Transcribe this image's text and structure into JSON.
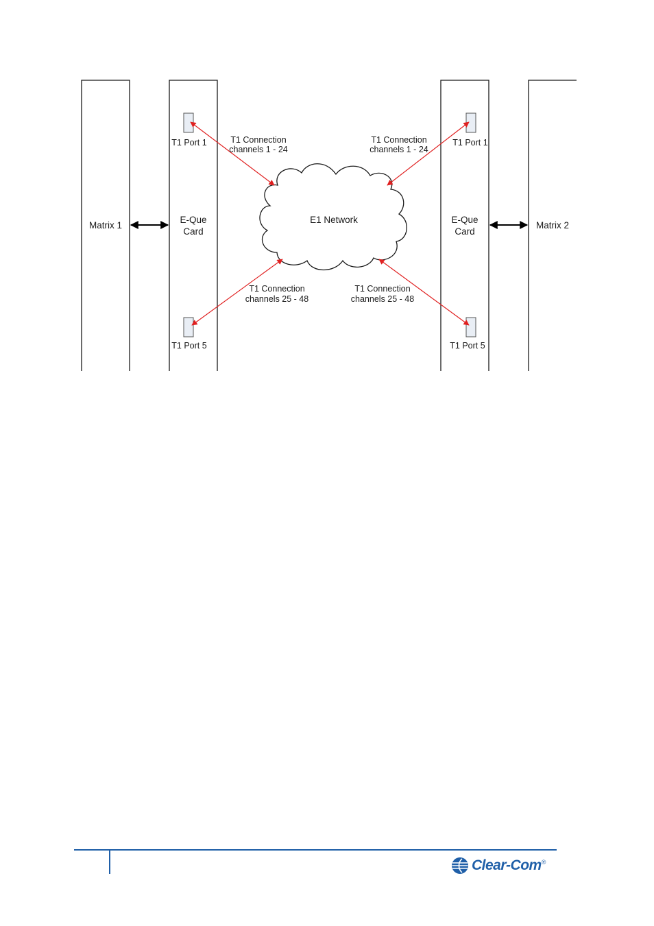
{
  "diagram": {
    "matrix_left": "Matrix 1",
    "matrix_right": "Matrix 2",
    "card_left": [
      "E-Que",
      "Card"
    ],
    "card_right": [
      "E-Que",
      "Card"
    ],
    "network": "E1 Network",
    "port_top_left": "T1 Port 1",
    "port_bottom_left": "T1 Port 5",
    "port_top_right": "T1 Port 1",
    "port_bottom_right": "T1 Port 5",
    "conn_top_left": [
      "T1 Connection",
      "channels 1 - 24"
    ],
    "conn_top_right": [
      "T1 Connection",
      "channels 1 - 24"
    ],
    "conn_bottom_left": [
      "T1 Connection",
      "channels 25 - 48"
    ],
    "conn_bottom_right": [
      "T1 Connection",
      "channels 25 - 48"
    ],
    "colors": {
      "link": "#e02020",
      "frame": "#1a1a1a",
      "brand": "#1f5fa8"
    }
  },
  "footer": {
    "logo_text": "Clear-Com",
    "logo_mark": "®"
  }
}
